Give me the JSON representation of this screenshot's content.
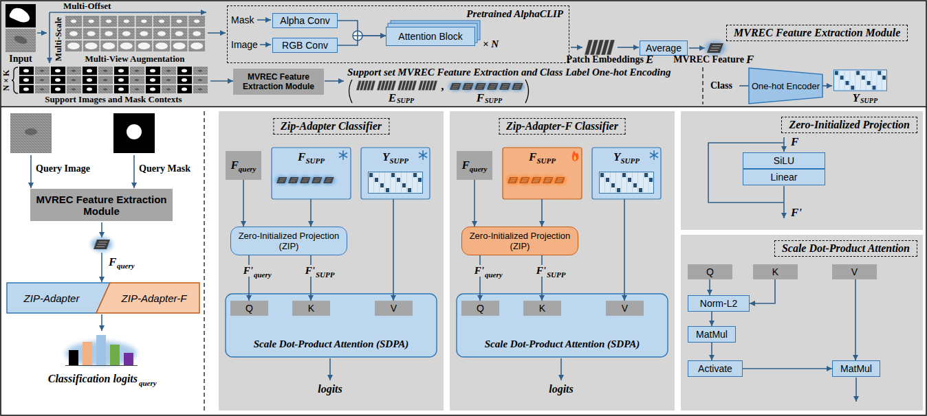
{
  "diagram": {
    "nodes": [
      {
        "text": [
          "MVREC Feature Extraction Module"
        ]
      },
      {
        "text": [
          "Pretrained AlphaCLIP"
        ],
        "in": 0
      },
      {
        "text": [
          "Alpha Conv"
        ],
        "in": 1
      },
      {
        "text": [
          "RGB Conv"
        ],
        "in": 1
      },
      {
        "text": [
          "Attention Block"
        ],
        "in": 1
      },
      {
        "text": [
          "Average"
        ],
        "in": 0
      },
      {
        "text": [
          "Support set MVREC Feature Extraction and Class Label One-hot Encoding"
        ]
      },
      {
        "text": [
          "MVREC Feature Extraction Module"
        ],
        "in": 6
      },
      {
        "text": [
          "One-hot Encoder"
        ],
        "in": 6
      },
      {
        "text": [
          "MVREC Feature Extraction Module"
        ]
      },
      {
        "text": [
          "ZIP-Adapter"
        ]
      },
      {
        "text": [
          "ZIP-Adapter-F"
        ]
      },
      {
        "text": [
          "Zip-Adapter Classifier"
        ]
      },
      {
        "text": [
          "F",
          "query"
        ],
        "in": 12
      },
      {
        "text": [
          "F",
          "SUPP"
        ],
        "in": 12
      },
      {
        "text": [
          "Y",
          "SUPP"
        ],
        "in": 12
      },
      {
        "text": [
          "Zero-Initialized Projection (ZIP)"
        ],
        "in": 12
      },
      {
        "text": [
          "Scale Dot-Product Attention (SDPA)"
        ],
        "in": 12
      },
      {
        "text": [
          "Q"
        ],
        "in": 17
      },
      {
        "text": [
          "K"
        ],
        "in": 17
      },
      {
        "text": [
          "V"
        ],
        "in": 17
      },
      {
        "text": [
          "Zip-Adapter-F Classifier"
        ]
      },
      {
        "text": [
          "F",
          "query"
        ],
        "in": 21
      },
      {
        "text": [
          "F",
          "SUPP"
        ],
        "in": 21
      },
      {
        "text": [
          "Y",
          "SUPP"
        ],
        "in": 21
      },
      {
        "text": [
          "Zero-Initialized Projection (ZIP)"
        ],
        "in": 21
      },
      {
        "text": [
          "Scale Dot-Product Attention (SDPA)"
        ],
        "in": 21
      },
      {
        "text": [
          "Q"
        ],
        "in": 26
      },
      {
        "text": [
          "K"
        ],
        "in": 26
      },
      {
        "text": [
          "V"
        ],
        "in": 26
      },
      {
        "text": [
          "Zero-Initialized Projection"
        ]
      },
      {
        "text": [
          "SiLU"
        ],
        "in": 30
      },
      {
        "text": [
          "Linear"
        ],
        "in": 30
      },
      {
        "text": [
          "Scale Dot-Product Attention"
        ]
      },
      {
        "text": [
          "Q"
        ],
        "in": 33
      },
      {
        "text": [
          "K"
        ],
        "in": 33
      },
      {
        "text": [
          "V"
        ],
        "in": 33
      },
      {
        "text": [
          "Norm-L2"
        ],
        "in": 33
      },
      {
        "text": [
          "MatMul"
        ],
        "in": 33
      },
      {
        "text": [
          "Activate"
        ],
        "in": 33
      },
      {
        "text": [
          "MatMul"
        ],
        "in": 33
      }
    ],
    "edges": [
      {
        "from": 2,
        "to": 4,
        "arrow": "to"
      },
      {
        "from": 3,
        "to": 4,
        "arrow": "to"
      },
      {
        "from": 13,
        "to": 16,
        "arrow": "to"
      },
      {
        "from": 14,
        "to": 16,
        "arrow": "to"
      },
      {
        "from": 16,
        "to": 18,
        "arrow": "to"
      },
      {
        "from": 16,
        "to": 19,
        "arrow": "to"
      },
      {
        "from": 15,
        "to": 20,
        "arrow": "to"
      },
      {
        "from": 22,
        "to": 25,
        "arrow": "to"
      },
      {
        "from": 23,
        "to": 25,
        "arrow": "to"
      },
      {
        "from": 25,
        "to": 27,
        "arrow": "to"
      },
      {
        "from": 25,
        "to": 28,
        "arrow": "to"
      },
      {
        "from": 24,
        "to": 29,
        "arrow": "to"
      },
      {
        "from": 34,
        "to": 37,
        "arrow": "to"
      },
      {
        "from": 35,
        "to": 37,
        "arrow": "to"
      },
      {
        "from": 37,
        "to": 38,
        "arrow": "to"
      },
      {
        "from": 38,
        "to": 39,
        "arrow": "to"
      },
      {
        "from": 39,
        "to": 40,
        "arrow": "to"
      },
      {
        "from": 36,
        "to": 40,
        "arrow": "to"
      }
    ],
    "labels": [
      "Input",
      "Multi-Offset",
      "Multi-Scale",
      "Multi-View Augmentation",
      "Mask",
      "Image",
      "× N",
      "Patch Embeddings",
      "E",
      "MVREC Feature",
      "F",
      "N × K",
      "Support Images and Mask Contexts",
      "E",
      "SUPP",
      ",",
      "F",
      "SUPP",
      "Class",
      "Y",
      "SUPP",
      "Query Image",
      "Query Mask",
      "F",
      "query",
      "Classification logits",
      "query",
      "F'",
      "query",
      "F'",
      "SUPP",
      "logits",
      "F'",
      "query",
      "F'",
      "SUPP",
      "logits",
      "F",
      "F'"
    ]
  }
}
